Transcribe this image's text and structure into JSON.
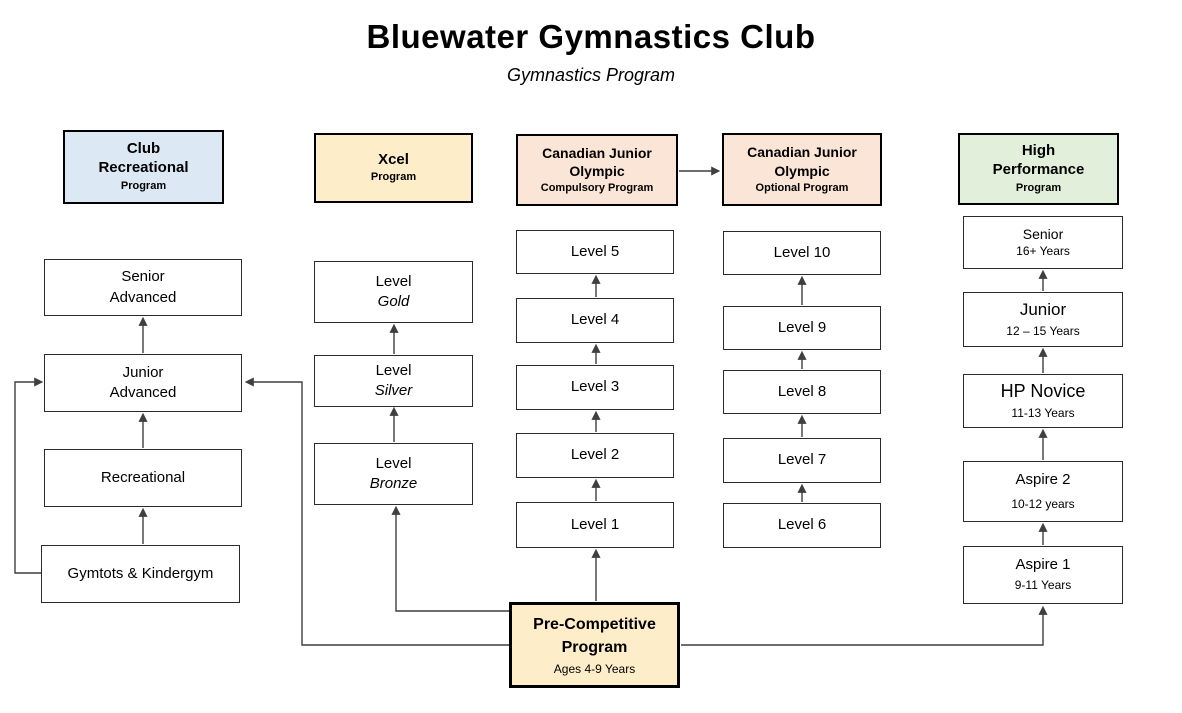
{
  "title": "Bluewater Gymnastics Club",
  "subtitle": "Gymnastics Program",
  "colors": {
    "club_recreational": "#DCE9F5",
    "xcel": "#FDEEC9",
    "cjo": "#FBE5D6",
    "high_performance": "#E2EFDA",
    "precompetitive": "#FDEEC9",
    "connector": "#3f3f3f"
  },
  "programs": {
    "club_recreational": {
      "header": {
        "line1": "Club",
        "line2": "Recreational",
        "sub": "Program"
      },
      "levels": [
        {
          "line1": "Senior",
          "line2": "Advanced"
        },
        {
          "line1": "Junior",
          "line2": "Advanced"
        },
        {
          "line1": "Recreational"
        },
        {
          "line1": "Gymtots & Kindergym"
        }
      ]
    },
    "xcel": {
      "header": {
        "line1": "Xcel",
        "sub": "Program"
      },
      "levels": [
        {
          "line1": "Level",
          "line2": "Gold"
        },
        {
          "line1": "Level",
          "line2": "Silver"
        },
        {
          "line1": "Level",
          "line2": "Bronze"
        }
      ]
    },
    "cjo_compulsory": {
      "header": {
        "line1": "Canadian Junior",
        "line2": "Olympic",
        "sub": "Compulsory Program"
      },
      "levels": [
        "Level 5",
        "Level 4",
        "Level 3",
        "Level 2",
        "Level 1"
      ]
    },
    "cjo_optional": {
      "header": {
        "line1": "Canadian Junior",
        "line2": "Olympic",
        "sub": "Optional Program"
      },
      "levels": [
        "Level 10",
        "Level 9",
        "Level 8",
        "Level 7",
        "Level 6"
      ]
    },
    "high_performance": {
      "header": {
        "line1": "High",
        "line2": "Performance",
        "sub": "Program"
      },
      "levels": [
        {
          "name": "Senior",
          "ages": "16+ Years"
        },
        {
          "name": "Junior",
          "ages": "12 – 15 Years"
        },
        {
          "name": "HP Novice",
          "ages": "11-13 Years"
        },
        {
          "name": "Aspire 2",
          "ages": "10-12 years"
        },
        {
          "name": "Aspire 1",
          "ages": "9-11 Years"
        }
      ]
    },
    "precompetitive": {
      "line1": "Pre-Competitive",
      "line2": "Program",
      "sub": "Ages 4-9 Years"
    }
  }
}
